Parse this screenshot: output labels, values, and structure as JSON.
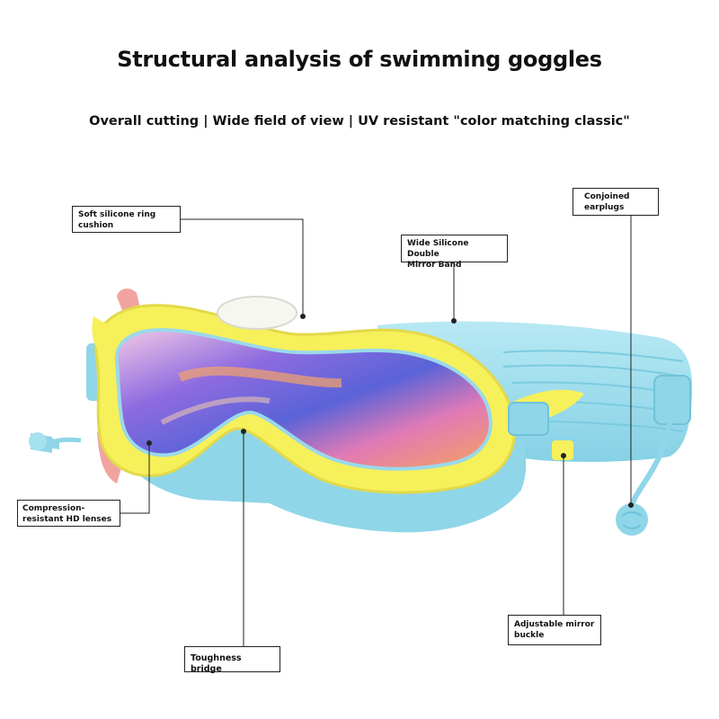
{
  "title": "Structural analysis of swimming goggles",
  "subtitle": "Overall cutting | Wide field of view | UV resistant \"color matching classic\"",
  "callouts": {
    "soft_ring": "Soft silicone ring\ncushion",
    "band": "Wide Silicone Double\nMirror Band",
    "earplugs": "Conjoined\nearplugs",
    "lenses": "Compression-\nresistant HD lenses",
    "buckle": "Adjustable mirror\nbuckle",
    "bridge": "Toughness bridge"
  },
  "colors": {
    "frame_yellow": "#f6f05a",
    "skirt_blue": "#8fd6e8",
    "strap_blue": "#a5e1ef",
    "accent_pink": "#f2a3a0",
    "lens_purple": "#7b5fd9",
    "lens_orange": "#f7a25c"
  }
}
